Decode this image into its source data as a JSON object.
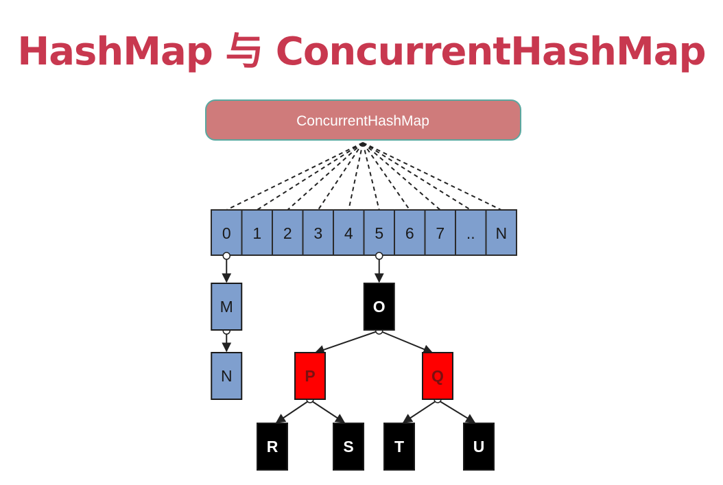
{
  "title": "HashMap 与 ConcurrentHashMap",
  "root": {
    "label": "ConcurrentHashMap"
  },
  "buckets": [
    "0",
    "1",
    "2",
    "3",
    "4",
    "5",
    "6",
    "7",
    "..",
    "N"
  ],
  "list_nodes": [
    "M",
    "N"
  ],
  "tree": {
    "root": "O",
    "level1": [
      "P",
      "Q"
    ],
    "level2": [
      "R",
      "S",
      "T",
      "U"
    ]
  },
  "colors": {
    "title": "#c8384f",
    "root_fill": "#cf7b7b",
    "root_stroke": "#5aa8a0",
    "bucket_fill": "#7f9fce",
    "black_node": "#000000",
    "red_node": "#ff0000"
  }
}
